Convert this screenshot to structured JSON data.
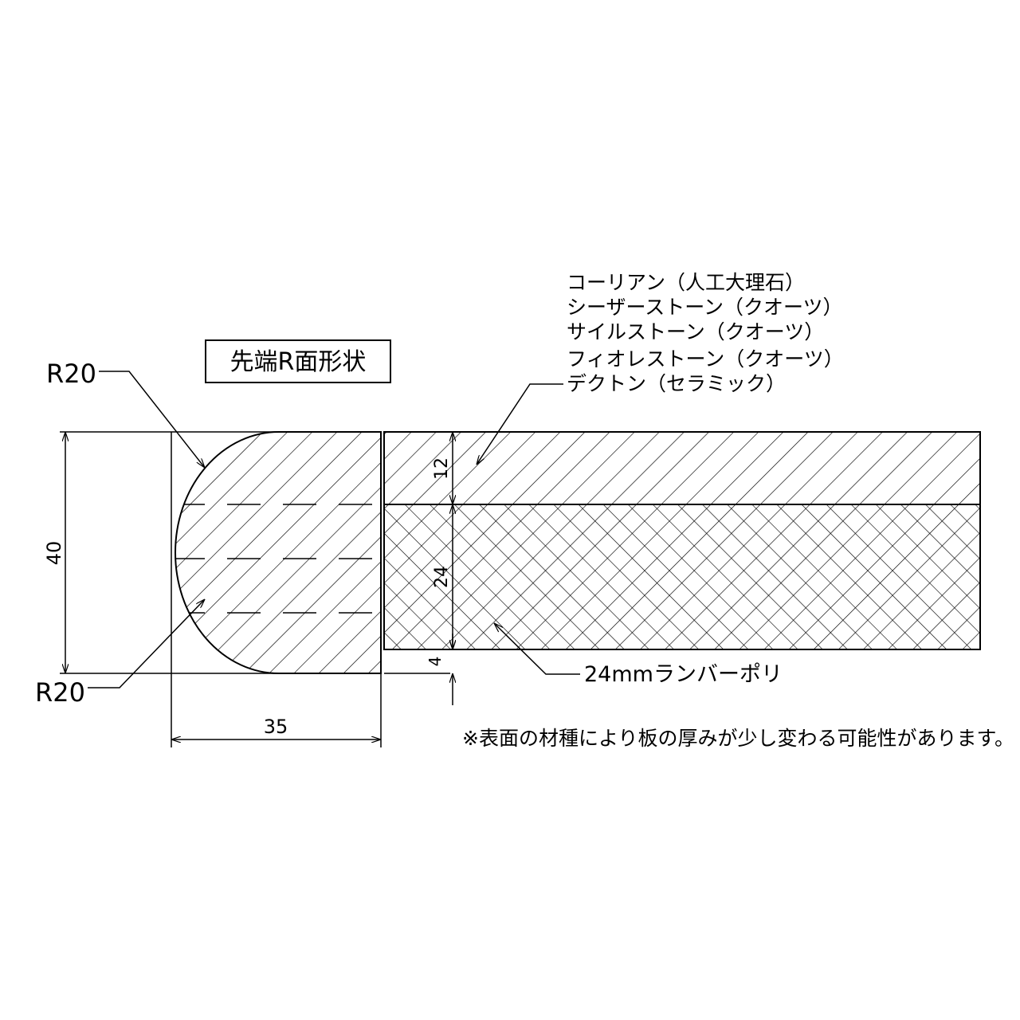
{
  "title_box": {
    "label": "先端R面形状"
  },
  "radius_labels": {
    "top": "R20",
    "bottom": "R20"
  },
  "dimensions": {
    "height_total": "40",
    "width_edge": "35",
    "surface_thickness": "12",
    "core_thickness": "24",
    "bottom_offset": "4"
  },
  "materials": {
    "surface_list": [
      "コーリアン（人工大理石）",
      "シーザーストーン（クオーツ）",
      "サイルストーン（クオーツ）",
      "フィオレストーン（クオーツ）",
      "デクトン（セラミック）"
    ],
    "core": "24mmランバーポリ"
  },
  "note": "※表面の材種により板の厚みが少し変わる可能性があります。",
  "colors": {
    "line": "#000000",
    "background": "#ffffff"
  }
}
